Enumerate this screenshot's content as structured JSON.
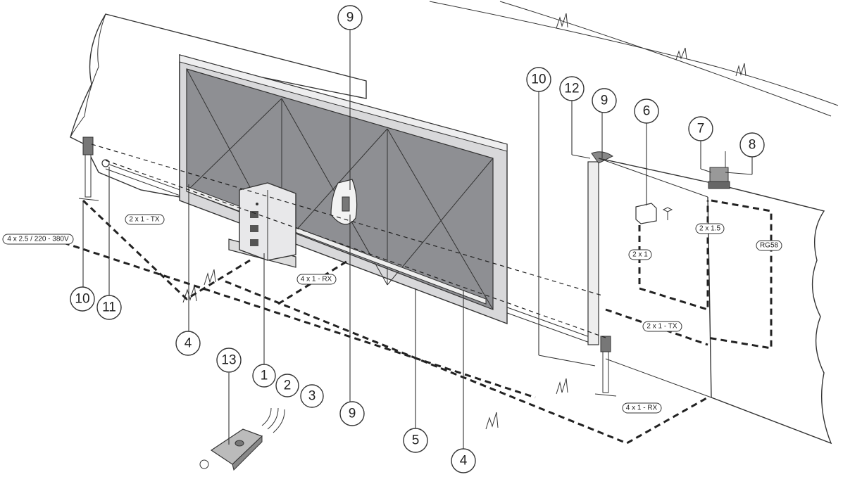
{
  "callouts": [
    {
      "id": "c-13",
      "label": "13"
    },
    {
      "id": "c-1",
      "label": "1"
    },
    {
      "id": "c-2",
      "label": "2"
    },
    {
      "id": "c-3",
      "label": "3"
    },
    {
      "id": "c-4a",
      "label": "4"
    },
    {
      "id": "c-4b",
      "label": "4"
    },
    {
      "id": "c-5",
      "label": "5"
    },
    {
      "id": "c-6",
      "label": "6"
    },
    {
      "id": "c-7",
      "label": "7"
    },
    {
      "id": "c-8",
      "label": "8"
    },
    {
      "id": "c-9a",
      "label": "9"
    },
    {
      "id": "c-9b",
      "label": "9"
    },
    {
      "id": "c-9c",
      "label": "9"
    },
    {
      "id": "c-10a",
      "label": "10"
    },
    {
      "id": "c-10b",
      "label": "10"
    },
    {
      "id": "c-11",
      "label": "11"
    },
    {
      "id": "c-12",
      "label": "12"
    }
  ],
  "cables": {
    "power": "4 x 2.5 / 220 - 380V",
    "tx_left": "2 x 1 - TX",
    "rx_center": "4 x 1 - RX",
    "tx_right": "2 x 1 - TX",
    "rx_right": "4 x 1 - RX",
    "key_switch": "2 x 1",
    "lamp": "2 x 1.5",
    "antenna": "RG58"
  },
  "colors": {
    "gate_panel": "#8e8f93",
    "gate_frame": "#d8d8da",
    "motor_body": "#e8e8ea",
    "line": "#333333"
  }
}
